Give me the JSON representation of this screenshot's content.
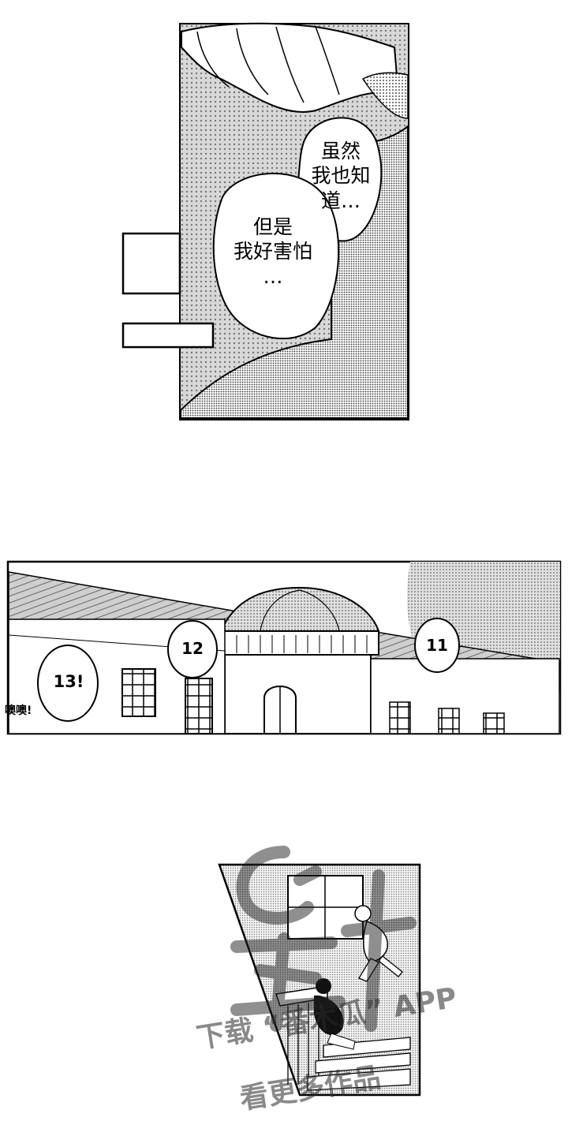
{
  "panel1": {
    "bubble_upper_lines": [
      "虽然",
      "我也知",
      "道…"
    ],
    "bubble_lower_lines": [
      "但是",
      "我好害怕",
      "…"
    ]
  },
  "panel2": {
    "count_12": "12",
    "count_11": "11",
    "count_13": "13!",
    "sfx": "噢噢!"
  },
  "watermark": {
    "line1": "下载 “番木瓜” APP",
    "line2": "看更多作品"
  },
  "colors": {
    "ink": "#000000",
    "paper": "#ffffff",
    "screentone": "#8a8a8a"
  },
  "icons": {
    "watermark_logo": "papaya-logo-icon"
  }
}
